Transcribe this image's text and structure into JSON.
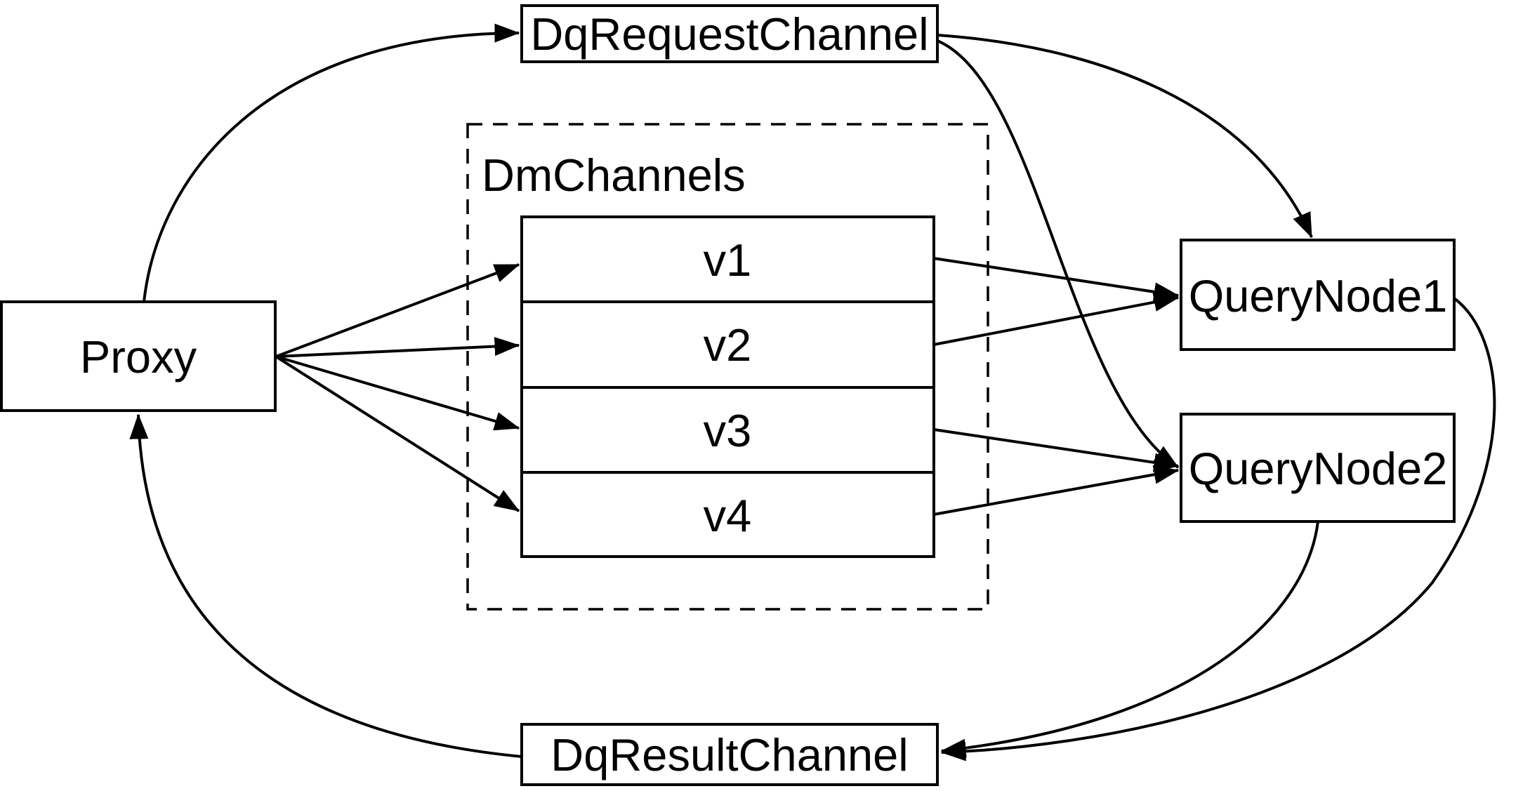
{
  "canvas": {
    "background": "#ffffff",
    "line_color": "#000000"
  },
  "nodes": {
    "proxy": {
      "label": "Proxy"
    },
    "dq_request_channel": {
      "label": "DqRequestChannel"
    },
    "dm_channels_group": {
      "label": "DmChannels"
    },
    "channels": [
      {
        "label": "v1"
      },
      {
        "label": "v2"
      },
      {
        "label": "v3"
      },
      {
        "label": "v4"
      }
    ],
    "query_node1": {
      "label": "QueryNode1"
    },
    "query_node2": {
      "label": "QueryNode2"
    },
    "dq_result_channel": {
      "label": "DqResultChannel"
    }
  },
  "edges": [
    {
      "from": "Proxy",
      "to": "DqRequestChannel"
    },
    {
      "from": "DqRequestChannel",
      "to": "QueryNode1"
    },
    {
      "from": "DqRequestChannel",
      "to": "QueryNode2"
    },
    {
      "from": "Proxy",
      "to": "v1"
    },
    {
      "from": "Proxy",
      "to": "v2"
    },
    {
      "from": "Proxy",
      "to": "v3"
    },
    {
      "from": "Proxy",
      "to": "v4"
    },
    {
      "from": "v1",
      "to": "QueryNode1"
    },
    {
      "from": "v2",
      "to": "QueryNode1"
    },
    {
      "from": "v3",
      "to": "QueryNode2"
    },
    {
      "from": "v4",
      "to": "QueryNode2"
    },
    {
      "from": "QueryNode1",
      "to": "DqResultChannel"
    },
    {
      "from": "QueryNode2",
      "to": "DqResultChannel"
    },
    {
      "from": "DqResultChannel",
      "to": "Proxy"
    }
  ]
}
